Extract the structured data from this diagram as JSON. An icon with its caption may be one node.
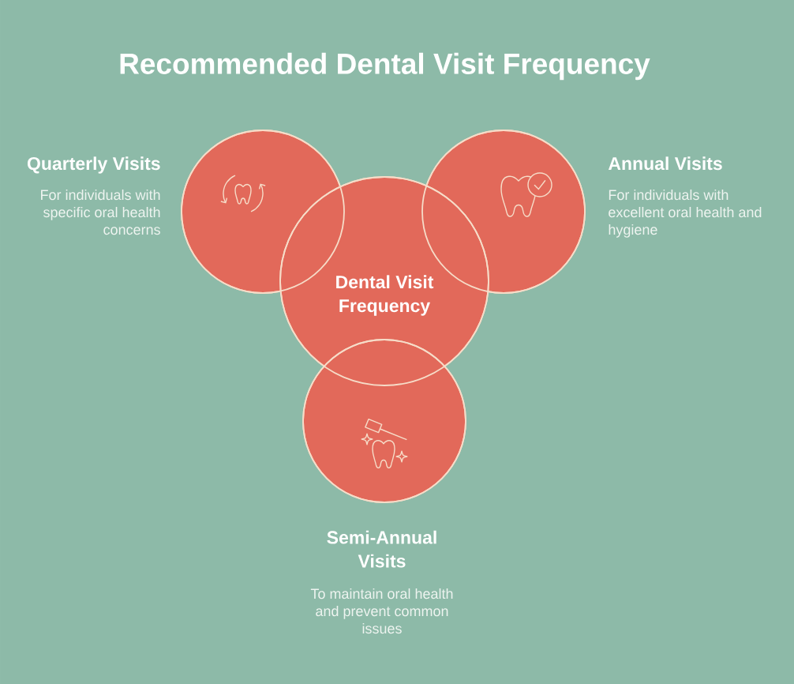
{
  "diagram": {
    "title": "Recommended Dental Visit Frequency",
    "nodes": [
      {
        "text": [
          "Quarterly Visits",
          "For individuals with specific oral health concerns"
        ]
      },
      {
        "text": [
          "Annual Visits",
          "For individuals with excellent oral health and hygiene"
        ]
      },
      {
        "text": [
          "Dental Visit Frequency"
        ]
      },
      {
        "text": [
          "Semi-Annual Visits",
          "To maintain oral health and prevent common issues"
        ]
      }
    ]
  }
}
